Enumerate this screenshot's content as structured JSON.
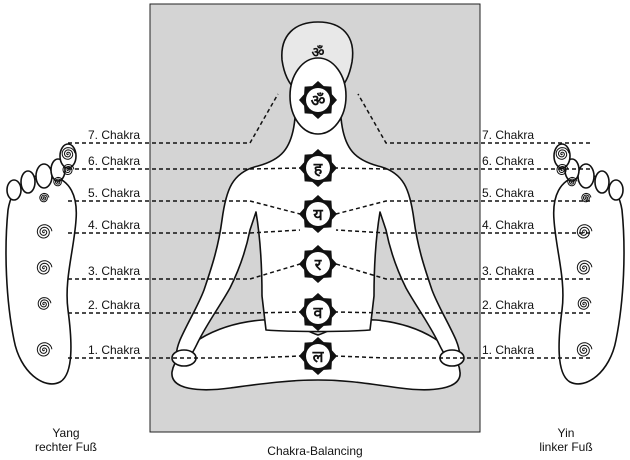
{
  "chakra_labels_left": [
    {
      "text": "7. Chakra"
    },
    {
      "text": "6. Chakra"
    },
    {
      "text": "5. Chakra"
    },
    {
      "text": "4. Chakra"
    },
    {
      "text": "3. Chakra"
    },
    {
      "text": "2. Chakra"
    },
    {
      "text": "1. Chakra"
    }
  ],
  "chakra_labels_right": [
    {
      "text": "7. Chakra"
    },
    {
      "text": "6. Chakra"
    },
    {
      "text": "5. Chakra"
    },
    {
      "text": "4. Chakra"
    },
    {
      "text": "3. Chakra"
    },
    {
      "text": "2. Chakra"
    },
    {
      "text": "1. Chakra"
    }
  ],
  "captions": {
    "left_line1": "Yang",
    "left_line2": "rechter Fuß",
    "center": "Chakra-Balancing",
    "right_line1": "Yin",
    "right_line2": "linker Fuß"
  },
  "chakra_symbols": [
    "ॐ",
    "ॐ",
    "ह",
    "य",
    "र",
    "व",
    "ल"
  ],
  "colors": {
    "panel_fill": "#d4d4d4",
    "line": "#111111",
    "background": "#ffffff"
  }
}
